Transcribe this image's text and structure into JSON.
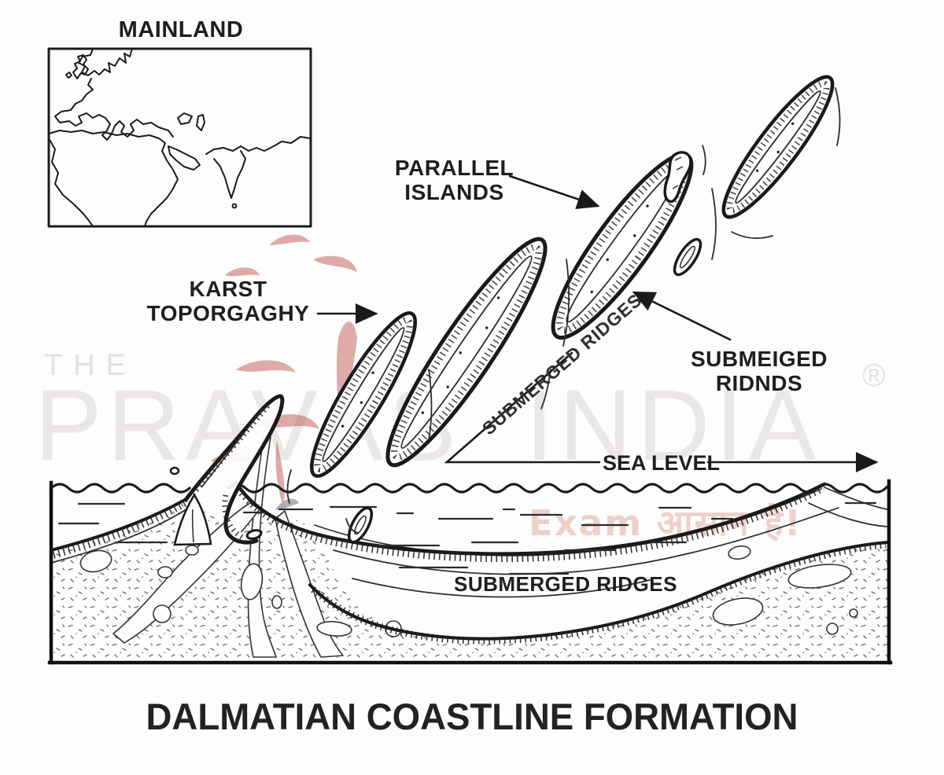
{
  "diagram": {
    "title": "DALMATIAN COASTLINE FORMATION",
    "map_label": "MAINLAND",
    "labels": {
      "parallel_islands": {
        "line1": "PARALLEL",
        "line2": "ISLANDS"
      },
      "karst": {
        "line1": "KARST",
        "line2": "TOPORGAGHY"
      },
      "submerged_ridges_diagonal": "SUBMERGED RIDGES",
      "submerged_callout": {
        "line1": "SUBMEIGED",
        "line2": "RIDNDS"
      },
      "sea_level": "SEA LEVEL",
      "submerged_ridges_seabed": "SUBMERGED RIDGES"
    }
  },
  "watermark": {
    "prefix": "THE",
    "word1": "PRAVAS",
    "word2": "INDIA",
    "registered": "®",
    "tagline": "Exam आसान है!"
  },
  "colors": {
    "ink": "#1d1d1d",
    "background": "#fdfdfd",
    "watermark_gray": "#eae7e6",
    "watermark_pink": "#eed0ca",
    "logo_red": "#b23a31",
    "logo_dark": "#3f4258"
  },
  "icons": {
    "map_inset": "world-outline-map",
    "arrows": "leader-arrow"
  }
}
